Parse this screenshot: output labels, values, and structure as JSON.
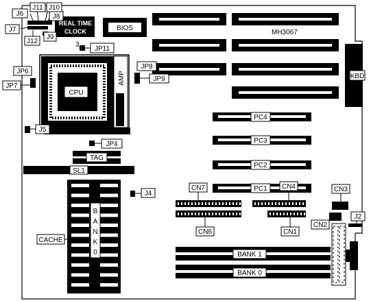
{
  "board": {
    "model": "MH3067",
    "bios": "BIOS",
    "rtc_line1": "REAL TIME",
    "rtc_line2": "CLOCK",
    "cpu": "CPU",
    "socket_brand": "AMP",
    "keyboard": "KBD",
    "cache_bank": [
      "B",
      "A",
      "N",
      "K",
      "0"
    ]
  },
  "labels": {
    "J6": "J6",
    "J11": "J11",
    "J10": "J10",
    "J8": "J8",
    "J7": "J7",
    "J12": "J12",
    "J9": "J9",
    "JP11": "JP11",
    "JP11_pin": "3",
    "JP8": "JP8",
    "JP9": "JP9",
    "JP6": "JP6",
    "JP7": "JP7",
    "J5": "J5",
    "JP4": "JP4",
    "TAG": "TAG",
    "SL1": "SL1",
    "J4": "J4",
    "CACHE": "CACHE",
    "PC4": "PC4",
    "PC3": "PC3",
    "PC2": "PC2",
    "PC1": "PC1",
    "CN7": "CN7",
    "CN4": "CN4",
    "CN3": "CN3",
    "CN6": "CN6",
    "CN1": "CN1",
    "CN2": "CN2",
    "J2": "J2",
    "BANK1": "BANK 1",
    "BANK0": "BANK 0"
  }
}
